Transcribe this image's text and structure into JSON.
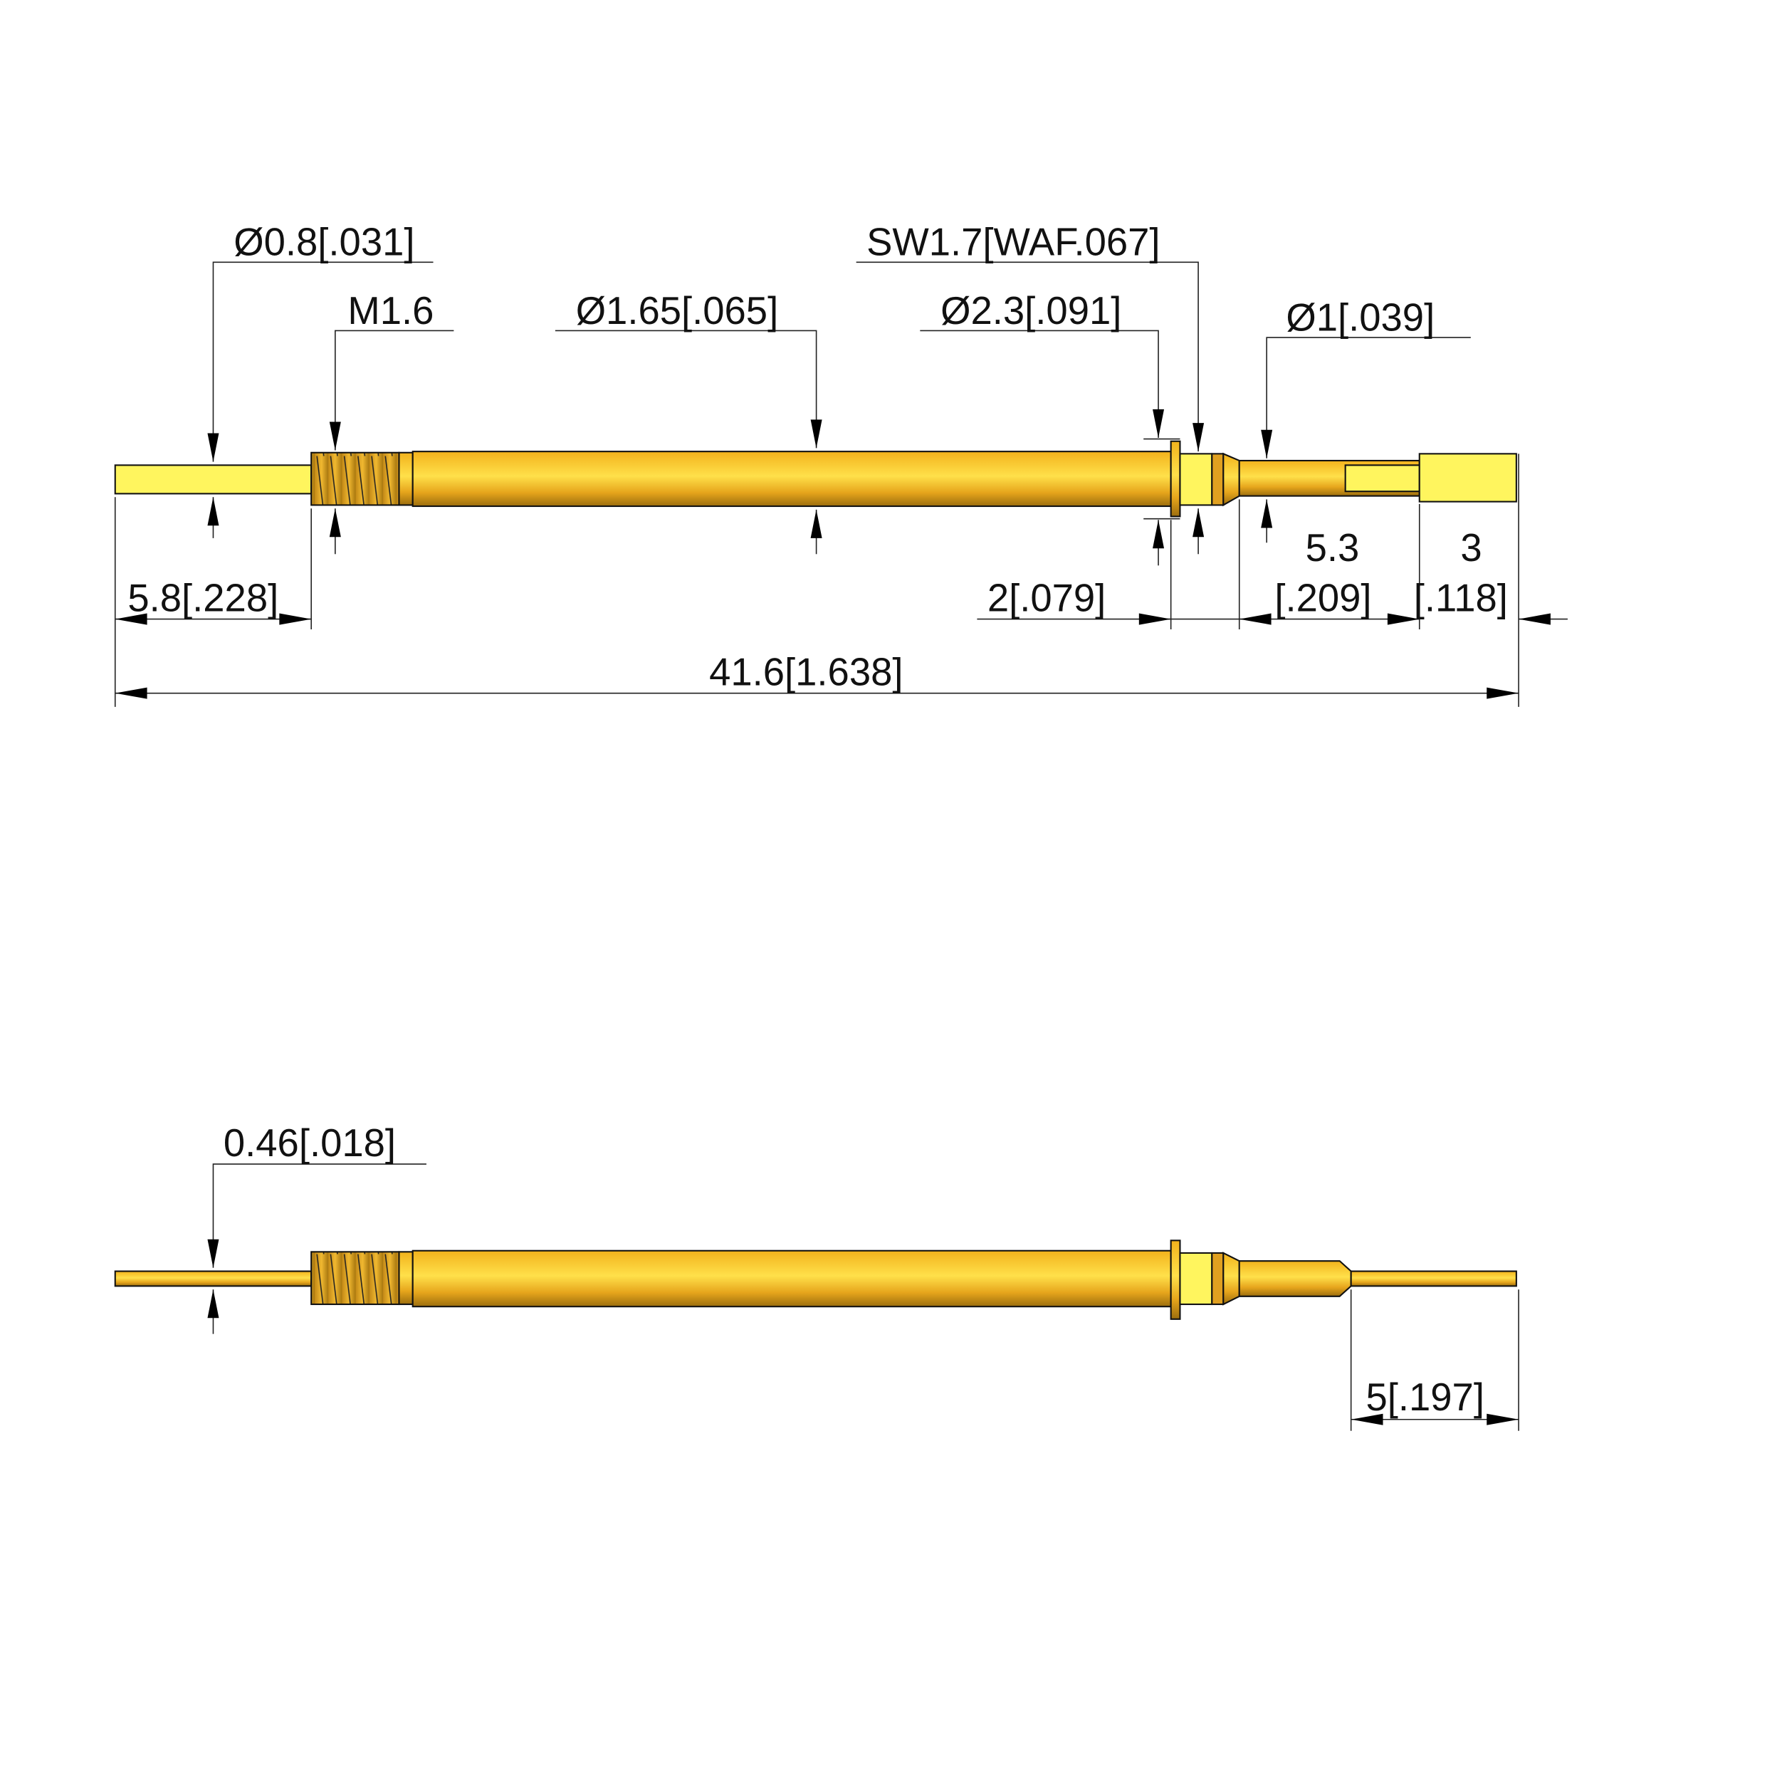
{
  "colors": {
    "gold": "#f4b41f",
    "gold_dark": "#a8770f",
    "yellow_flat": "#fff55e",
    "line": "#111111"
  },
  "top_view": {
    "dim_pin_dia": "Ø0.8[.031]",
    "dim_thread": "M1.6",
    "dim_body_dia": "Ø1.65[.065]",
    "dim_hex": "SW1.7[WAF.067]",
    "dim_flange_dia": "Ø2.3[.091]",
    "dim_shaft_dia": "Ø1[.039]",
    "dim_pin_len": "5.8[.228]",
    "dim_flange_offset": "2[.079]",
    "dim_shaft_len_a": "5.3",
    "dim_shaft_len_b": "[.209]",
    "dim_tip_len_a": "3",
    "dim_tip_len_b": "[.118]",
    "dim_total_len": "41.6[1.638]"
  },
  "bottom_view": {
    "dim_pin_thickness": "0.46[.018]",
    "dim_tip_len": "5[.197]"
  }
}
